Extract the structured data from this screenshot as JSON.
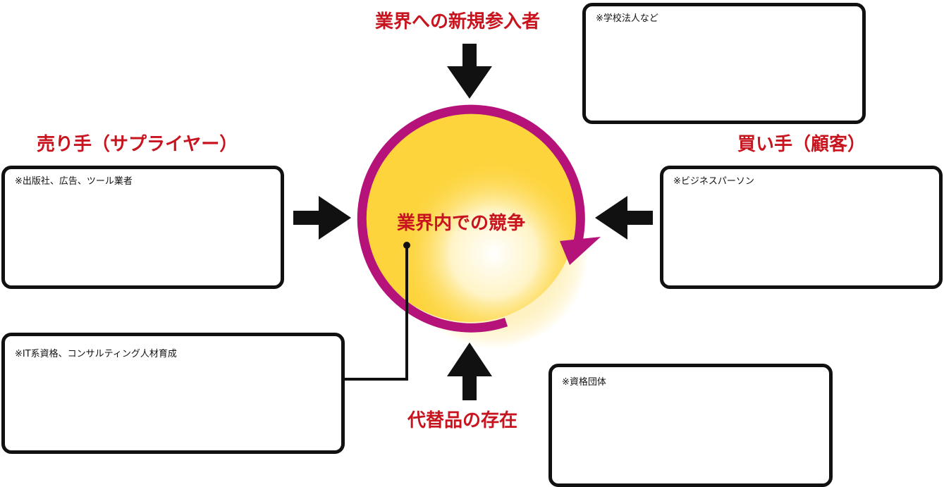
{
  "forces": {
    "new_entrants": {
      "title": "業界への新規参入者",
      "note": "※学校法人など"
    },
    "suppliers": {
      "title": "売り手（サプライヤー）",
      "note": "※出版社、広告、ツール業者"
    },
    "buyers": {
      "title": "買い手（顧客）",
      "note": "※ビジネスパーソン"
    },
    "substitutes": {
      "title": "代替品の存在",
      "note": "※資格団体"
    },
    "rivalry": {
      "title": "業界内での競争",
      "note": "※IT系資格、コンサルティング人材育成"
    }
  },
  "colors": {
    "label_red": "#c8141e",
    "ring_magenta": "#b5127a",
    "circle_yellow": "#fdd43c",
    "arrow_black": "#111111",
    "box_border": "#111111"
  },
  "icons": {
    "arrow_down": "arrow-down-icon",
    "arrow_right": "arrow-right-icon",
    "arrow_left": "arrow-left-icon",
    "arrow_up": "arrow-up-icon",
    "cycle": "circular-arrow-icon"
  }
}
